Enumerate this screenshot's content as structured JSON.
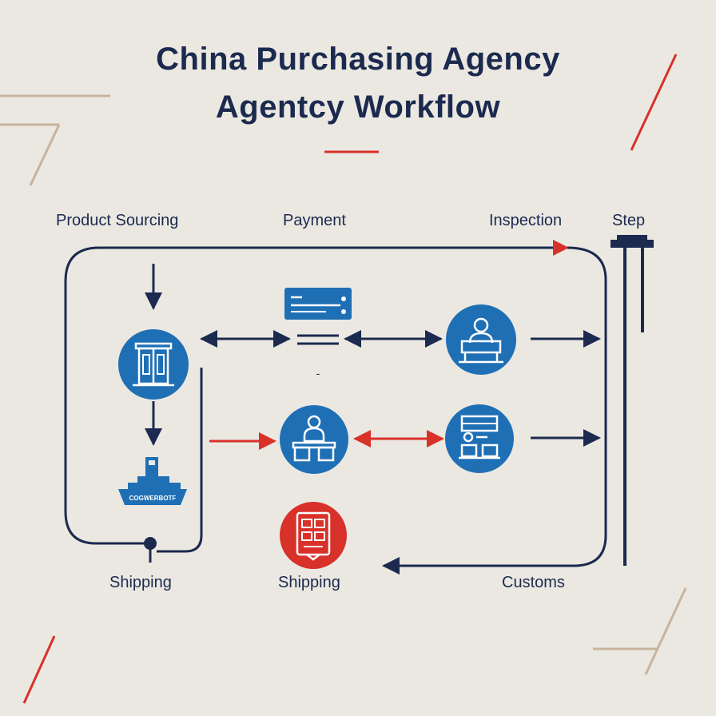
{
  "title": {
    "line1": "China Purchasing Agency",
    "line2": "Agentcy  Workflow"
  },
  "labels": {
    "product_sourcing": "Product Sourcing",
    "payment": "Payment",
    "inspection": "Inspection",
    "step": "Step",
    "shipping_left": "Shipping",
    "shipping_center": "Shipping",
    "customs": "Customs",
    "ship_hull_text": "COGWERBOTF",
    "dot": "-"
  },
  "colors": {
    "background": "#ebe8e2",
    "navy": "#1b2a4e",
    "blue": "#1f6fb5",
    "red": "#d8312a",
    "tan": "#c8b49a"
  },
  "icons": {
    "warehouse": "warehouse-icon",
    "payment_card": "payment-card-icon",
    "inspector": "inspector-icon",
    "worker": "worker-packing-icon",
    "boxes": "boxes-shelf-icon",
    "customs": "customs-document-icon",
    "ship": "cargo-ship-icon"
  }
}
